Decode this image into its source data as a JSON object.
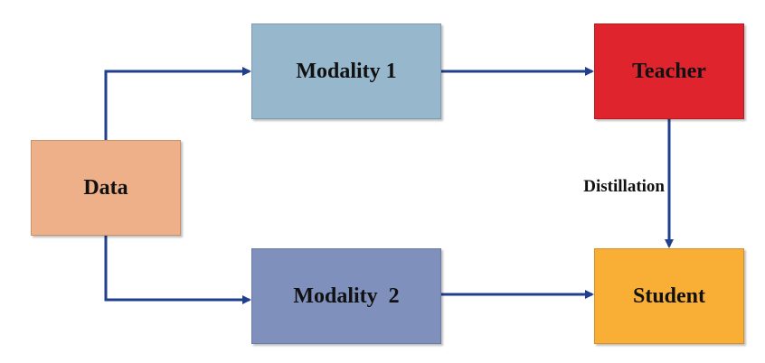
{
  "nodes": {
    "data": "Data",
    "modality1": "Modality 1",
    "modality2": "Modality  2",
    "teacher": "Teacher",
    "student": "Student"
  },
  "edges": {
    "distillation_label": "Distillation"
  },
  "colors": {
    "data": "#EEB088",
    "modality1": "#97B7CD",
    "modality2": "#7F90BC",
    "teacher": "#E0242D",
    "student": "#F9AE35",
    "arrow": "#213F8F"
  }
}
